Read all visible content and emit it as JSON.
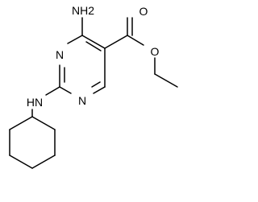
{
  "molecule": {
    "atom_labels": {
      "nh2": "NH2",
      "ring_n3": "N",
      "ring_n1": "N",
      "nh": "HN",
      "carbonyl_o": "O",
      "ester_o": "O"
    },
    "colors": {
      "bond": "#000000",
      "label": "#000000",
      "background": "#ffffff"
    }
  }
}
